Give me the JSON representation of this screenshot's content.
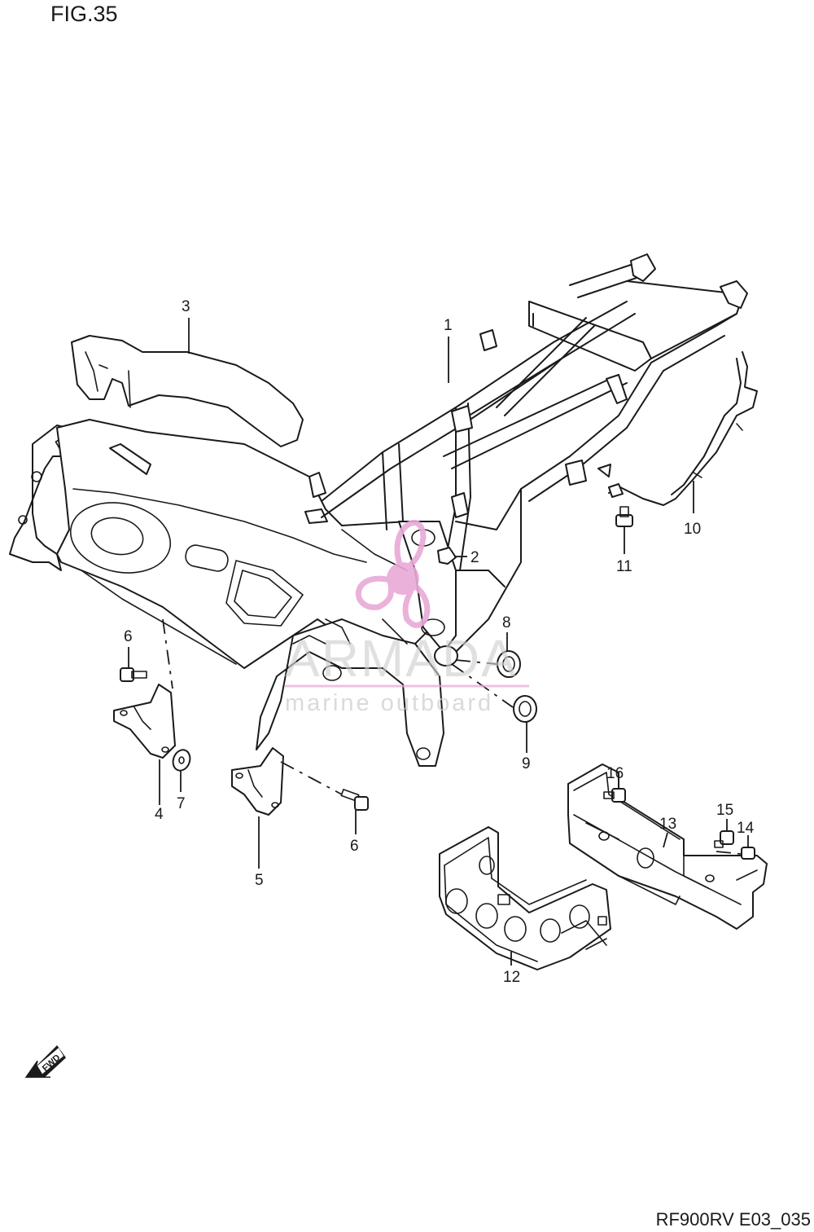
{
  "figure": {
    "title": "FIG.35",
    "drawing_code": "RF900RV E03_035"
  },
  "callouts": [
    {
      "id": "1",
      "label": "1"
    },
    {
      "id": "2",
      "label": "2"
    },
    {
      "id": "3",
      "label": "3"
    },
    {
      "id": "4",
      "label": "4"
    },
    {
      "id": "5",
      "label": "5"
    },
    {
      "id": "6a",
      "label": "6"
    },
    {
      "id": "6b",
      "label": "6"
    },
    {
      "id": "7",
      "label": "7"
    },
    {
      "id": "8",
      "label": "8"
    },
    {
      "id": "9",
      "label": "9"
    },
    {
      "id": "10",
      "label": "10"
    },
    {
      "id": "11",
      "label": "11"
    },
    {
      "id": "12",
      "label": "12"
    },
    {
      "id": "13",
      "label": "13"
    },
    {
      "id": "14",
      "label": "14"
    },
    {
      "id": "15",
      "label": "15"
    },
    {
      "id": "16",
      "label": "16"
    }
  ],
  "direction_marker": {
    "label": "FWD"
  },
  "watermark": {
    "title": "ARMADA",
    "subtitle": "marine outboard",
    "accent_color": "#e8a9d6"
  },
  "colors": {
    "line": "#1a1a1a",
    "background": "#ffffff"
  }
}
